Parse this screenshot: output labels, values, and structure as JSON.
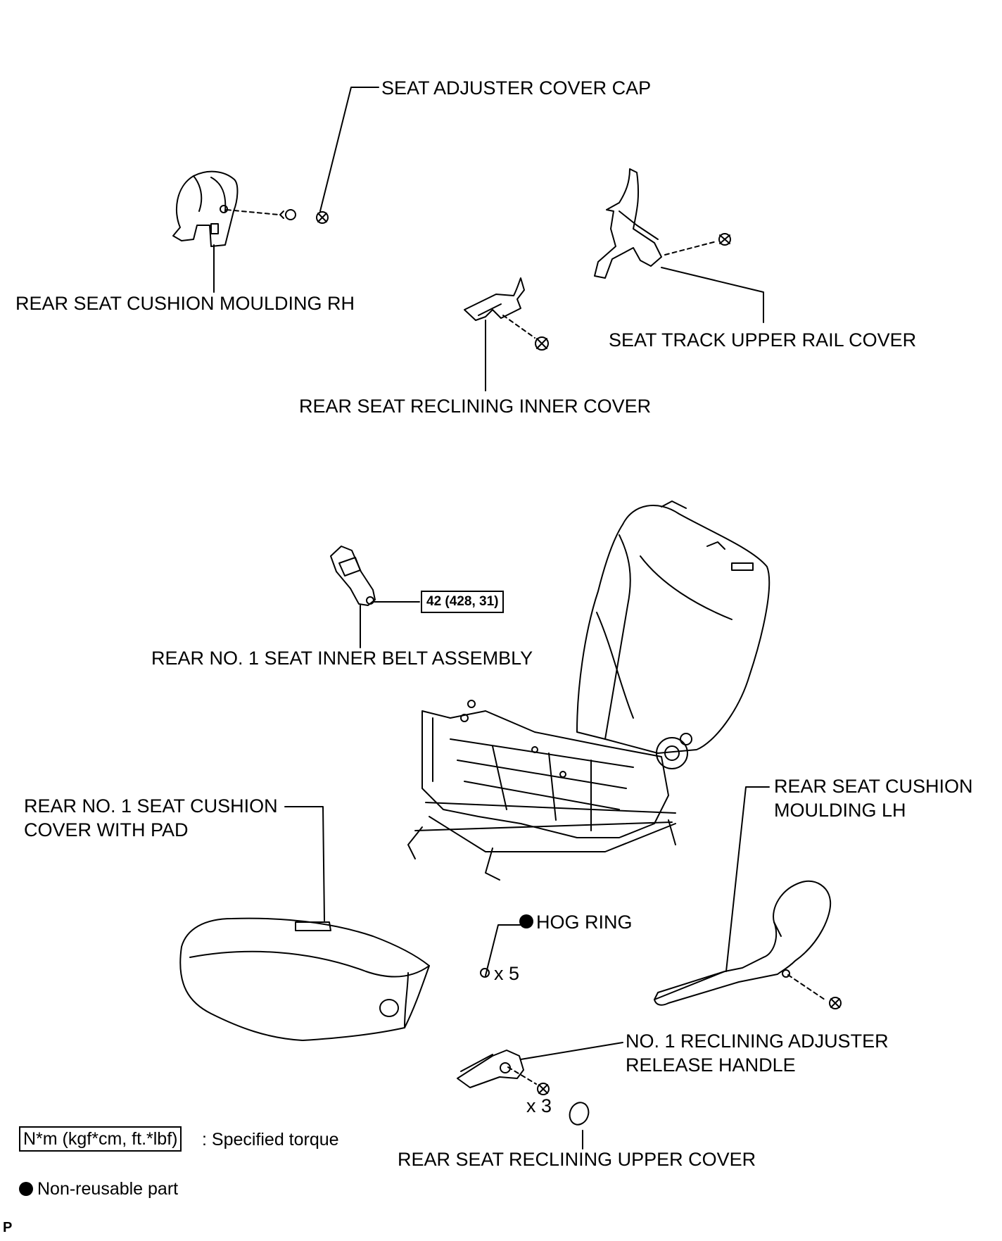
{
  "labels": {
    "seat_adjuster_cover_cap": "SEAT ADJUSTER COVER CAP",
    "rear_seat_cushion_moulding_rh": "REAR SEAT CUSHION MOULDING RH",
    "seat_track_upper_rail_cover": "SEAT TRACK UPPER RAIL COVER",
    "rear_seat_reclining_inner_cover": "REAR SEAT RECLINING INNER COVER",
    "rear_no1_seat_inner_belt_assembly": "REAR NO. 1 SEAT INNER BELT ASSEMBLY",
    "rear_no1_seat_cushion_cover_line1": "REAR NO. 1 SEAT CUSHION",
    "rear_no1_seat_cushion_cover_line2": "COVER WITH PAD",
    "rear_seat_cushion_moulding_lh_line1": "REAR SEAT CUSHION",
    "rear_seat_cushion_moulding_lh_line2": "MOULDING LH",
    "hog_ring": "HOG RING",
    "hog_ring_qty": "x 5",
    "release_handle_line1": "NO. 1 RECLINING ADJUSTER",
    "release_handle_line2": "RELEASE HANDLE",
    "bolt_qty": "x 3",
    "rear_seat_reclining_upper_cover": "REAR SEAT RECLINING UPPER COVER"
  },
  "torque": {
    "belt_value": "42 (428, 31)"
  },
  "legend": {
    "torque_box": "N*m (kgf*cm, ft.*lbf)",
    "torque_text": ": Specified torque",
    "non_reusable_text": "Non-reusable part"
  },
  "footer": {
    "code": "P"
  }
}
